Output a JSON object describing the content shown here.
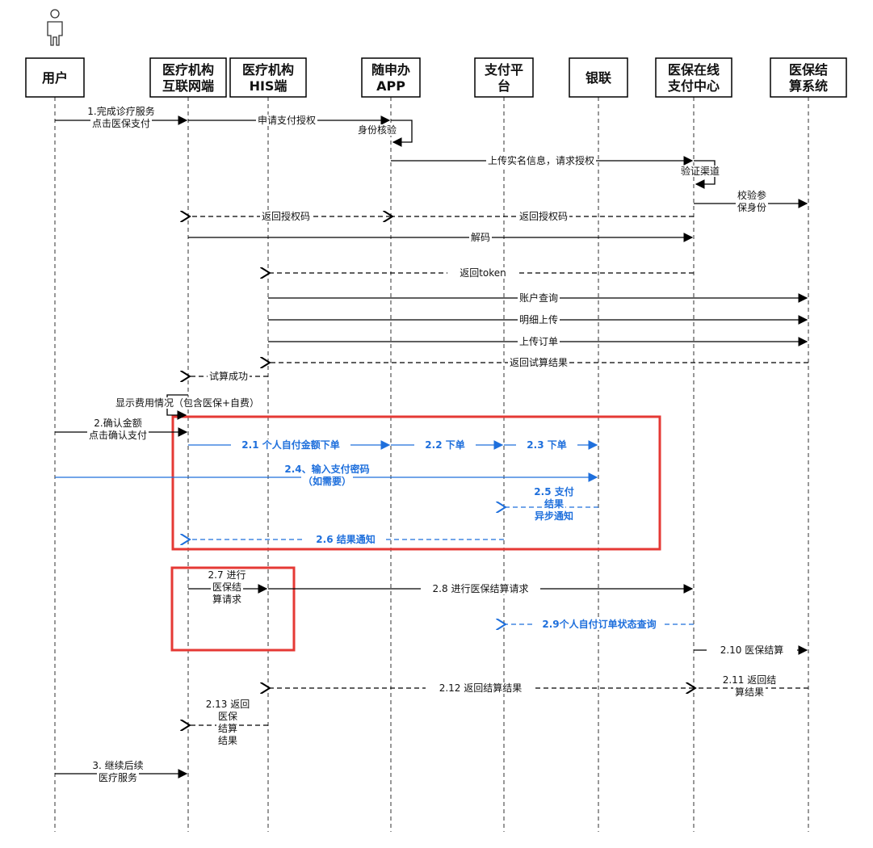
{
  "participants": [
    {
      "id": "user",
      "lines": [
        "用户"
      ]
    },
    {
      "id": "web",
      "lines": [
        "医疗机构",
        "互联网端"
      ]
    },
    {
      "id": "his",
      "lines": [
        "医疗机构",
        "HIS端"
      ]
    },
    {
      "id": "app",
      "lines": [
        "随申办",
        "APP"
      ]
    },
    {
      "id": "pay",
      "lines": [
        "支付平",
        "台"
      ]
    },
    {
      "id": "unionpay",
      "lines": [
        "银联"
      ]
    },
    {
      "id": "center",
      "lines": [
        "医保在线",
        "支付中心"
      ]
    },
    {
      "id": "settle",
      "lines": [
        "医保结",
        "算系统"
      ]
    }
  ],
  "messages": [
    {
      "from": "user",
      "to": "web",
      "type": "solid",
      "lines": [
        "1.完成诊疗服务",
        "点击医保支付"
      ]
    },
    {
      "from": "web",
      "to": "app",
      "type": "solid",
      "lines": [
        "申请支付授权"
      ]
    },
    {
      "from": "app",
      "to": "app",
      "type": "self",
      "lines": [
        "身份核验"
      ]
    },
    {
      "from": "app",
      "to": "center",
      "type": "solid",
      "lines": [
        "上传实名信息，请求授权"
      ]
    },
    {
      "from": "center",
      "to": "center",
      "type": "self",
      "lines": [
        "验证渠道"
      ]
    },
    {
      "from": "center",
      "to": "settle",
      "type": "solid",
      "lines": [
        "校验参",
        "保身份"
      ]
    },
    {
      "from": "center",
      "to": "app",
      "type": "dashed",
      "lines": [
        "返回授权码"
      ]
    },
    {
      "from": "app",
      "to": "web",
      "type": "dashed",
      "lines": [
        "返回授权码"
      ]
    },
    {
      "from": "web",
      "to": "center",
      "type": "solid",
      "lines": [
        "解码"
      ]
    },
    {
      "from": "center",
      "to": "his",
      "type": "dashed",
      "lines": [
        "返回token"
      ]
    },
    {
      "from": "his",
      "to": "settle",
      "type": "solid",
      "lines": [
        "账户查询"
      ]
    },
    {
      "from": "his",
      "to": "settle",
      "type": "solid",
      "lines": [
        "明细上传"
      ]
    },
    {
      "from": "his",
      "to": "settle",
      "type": "solid",
      "lines": [
        "上传订单"
      ]
    },
    {
      "from": "settle",
      "to": "his",
      "type": "dashed",
      "lines": [
        "返回试算结果"
      ]
    },
    {
      "from": "his",
      "to": "web",
      "type": "dashed",
      "lines": [
        "试算成功"
      ]
    },
    {
      "from": "web",
      "to": "web",
      "type": "self",
      "lines": [
        "显示费用情况（包含医保+自费）"
      ]
    },
    {
      "from": "user",
      "to": "web",
      "type": "solid",
      "lines": [
        "2.确认金额",
        "点击确认支付"
      ]
    },
    {
      "from": "web",
      "to": "app",
      "type": "solid",
      "color": "blue",
      "lines": [
        "2.1 个人自付金额下单"
      ]
    },
    {
      "from": "app",
      "to": "pay",
      "type": "solid",
      "color": "blue",
      "lines": [
        "2.2 下单"
      ]
    },
    {
      "from": "pay",
      "to": "unionpay",
      "type": "solid",
      "color": "blue",
      "lines": [
        "2.3 下单"
      ]
    },
    {
      "from": "user",
      "to": "unionpay",
      "type": "solid",
      "color": "blue",
      "lines": [
        "2.4、输入支付密码",
        "（如需要）"
      ]
    },
    {
      "from": "unionpay",
      "to": "pay",
      "type": "dashed",
      "color": "blue",
      "lines": [
        "2.5 支付",
        "结果",
        "异步通知"
      ]
    },
    {
      "from": "pay",
      "to": "web",
      "type": "dashed",
      "color": "blue",
      "lines": [
        "2.6 结果通知"
      ]
    },
    {
      "from": "web",
      "to": "his",
      "type": "solid",
      "lines": [
        "2.7 进行",
        "医保结",
        "算请求"
      ]
    },
    {
      "from": "his",
      "to": "center",
      "type": "solid",
      "lines": [
        "2.8 进行医保结算请求"
      ]
    },
    {
      "from": "center",
      "to": "pay",
      "type": "dashed",
      "color": "blue",
      "lines": [
        "2.9个人自付订单状态查询"
      ]
    },
    {
      "from": "center",
      "to": "settle",
      "type": "solid",
      "lines": [
        "2.10 医保结算"
      ]
    },
    {
      "from": "settle",
      "to": "center",
      "type": "dashed",
      "lines": [
        "2.11 返回结",
        "算结果"
      ]
    },
    {
      "from": "center",
      "to": "his",
      "type": "dashed",
      "lines": [
        "2.12 返回结算结果"
      ]
    },
    {
      "from": "his",
      "to": "web",
      "type": "dashed",
      "lines": [
        "2.13 返回",
        "医保",
        "结算",
        "结果"
      ]
    },
    {
      "from": "user",
      "to": "web",
      "type": "solid",
      "lines": [
        "3. 继续后续",
        "医疗服务"
      ]
    }
  ],
  "highlights": [
    {
      "label": "payment-flow"
    },
    {
      "label": "settlement-request"
    }
  ],
  "colors": {
    "line": "#000000",
    "lifeline": "#555555",
    "blue": "#1e6fdc",
    "highlight": "#e53935"
  }
}
